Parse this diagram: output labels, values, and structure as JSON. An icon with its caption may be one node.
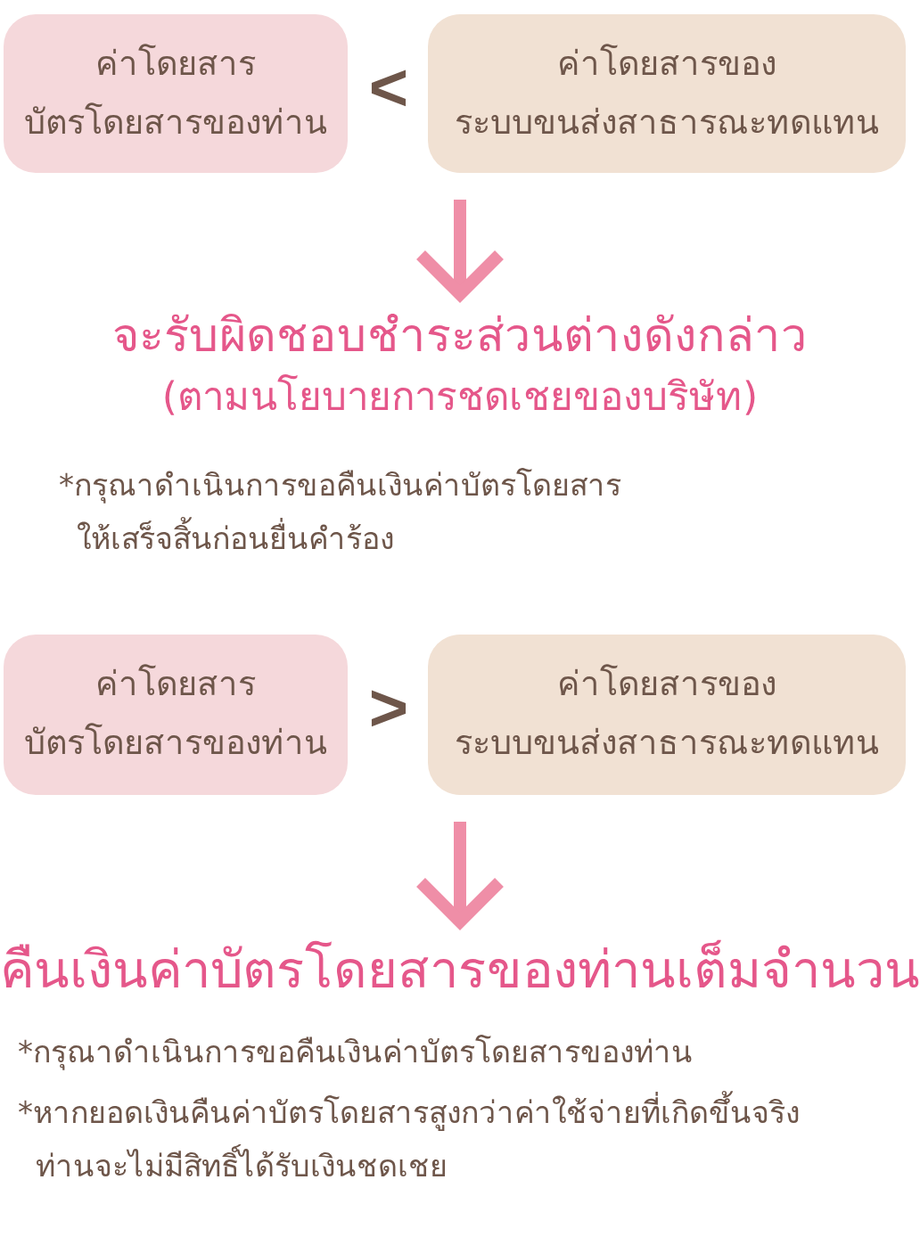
{
  "diagram": {
    "nodes": [
      {
        "text": [
          "ค่าโดยสารบัตรโดยสารของท่าน"
        ]
      },
      {
        "text": [
          "ค่าโดยสารของระบบขนส่งสาธารณะทดแทน"
        ]
      },
      {
        "text": [
          "จะรับผิดชอบชำระส่วนต่างดังกล่าว",
          "(ตามนโยบายการชดเชยของบริษัท)"
        ]
      },
      {
        "text": [
          "ค่าโดยสารบัตรโดยสารของท่าน"
        ]
      },
      {
        "text": [
          "ค่าโดยสารของระบบขนส่งสาธารณะทดแทน"
        ]
      },
      {
        "text": [
          "คืนเงินค่าบัตรโดยสารของท่านเต็มจำนวน"
        ]
      }
    ],
    "edges": [
      {
        "from": null,
        "to": 2,
        "arrow": "to"
      },
      {
        "from": null,
        "to": 5,
        "arrow": "to"
      }
    ],
    "labels": [
      "<",
      "*กรุณาดำเนินการขอคืนเงินค่าบัตรโดยสารให้เสร็จสิ้นก่อนยื่นคำร้อง",
      ">",
      "*กรุณาดำเนินการขอคืนเงินค่าบัตรโดยสารของท่าน",
      "*หากยอดเงินคืนค่าบัตรโดยสารสูงกว่าค่าใช้จ่ายที่เกิดขึ้นจริงท่านจะไม่มีสิทธิ์ได้รับเงินชดเชย"
    ]
  }
}
